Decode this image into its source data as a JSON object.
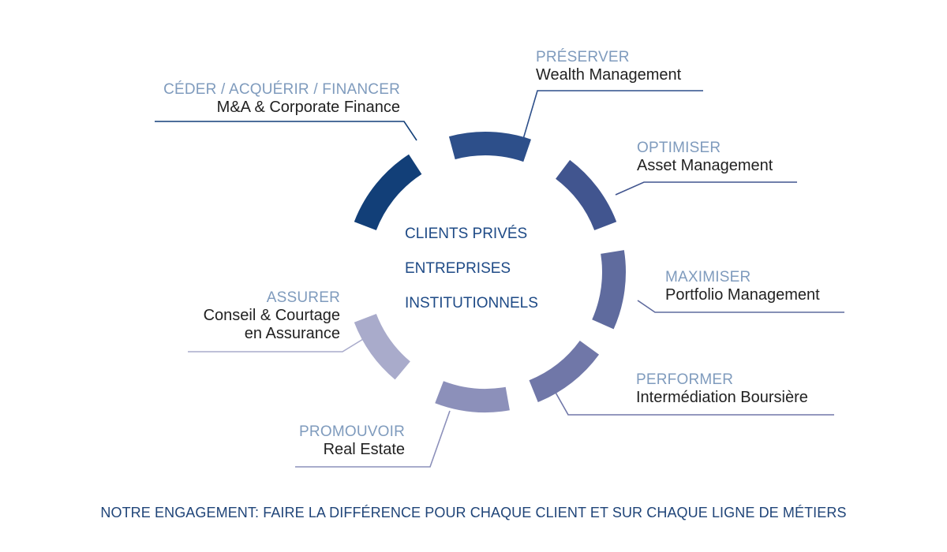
{
  "center": {
    "items": [
      "CLIENTS PRIVÉS",
      "ENTREPRISES",
      "INSTITUTIONNELS"
    ]
  },
  "segments": [
    {
      "verb": "CÉDER / ACQUÉRIR / FINANCER",
      "service": "M&A & Corporate Finance",
      "color": "#123f78"
    },
    {
      "verb": "PRÉSERVER",
      "service": "Wealth Management",
      "color": "#2d4f8a"
    },
    {
      "verb": "OPTIMISER",
      "service": "Asset Management",
      "color": "#41558f"
    },
    {
      "verb": "MAXIMISER",
      "service": "Portfolio Management",
      "color": "#5f6b9e"
    },
    {
      "verb": "PERFORMER",
      "service": "Intermédiation Boursière",
      "color": "#7077a8"
    },
    {
      "verb": "PROMOUVOIR",
      "service": "Real Estate",
      "color": "#8c90ba"
    },
    {
      "verb": "ASSURER",
      "service": "Conseil & Courtage",
      "service_line2": "en Assurance",
      "color": "#a9abcb"
    }
  ],
  "footer": "NOTRE ENGAGEMENT: FAIRE LA DIFFÉRENCE POUR CHAQUE CLIENT ET SUR CHAQUE LIGNE DE MÉTIERS"
}
